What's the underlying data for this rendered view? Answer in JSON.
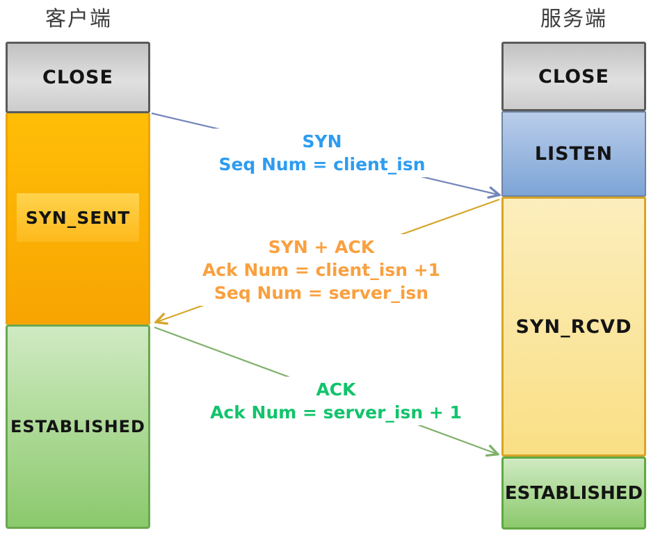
{
  "client": {
    "title": "客户端",
    "states": [
      {
        "label": "CLOSE",
        "color": "#d6d6d6",
        "border": "#5a5a5a"
      },
      {
        "label": "SYN_SENT",
        "color": "#fcae04",
        "border": "#eda303"
      },
      {
        "label": "ESTABLISHED",
        "color": "#9ed180",
        "border": "#69a84f"
      }
    ]
  },
  "server": {
    "title": "服务端",
    "states": [
      {
        "label": "CLOSE",
        "color": "#d6d6d6",
        "border": "#5a5a5a"
      },
      {
        "label": "LISTEN",
        "color": "#8fb3e0",
        "border": "#6f82a0"
      },
      {
        "label": "SYN_RCVD",
        "color": "#fae295",
        "border": "#d7a426"
      },
      {
        "label": "ESTABLISHED",
        "color": "#9ed180",
        "border": "#5fa843"
      }
    ]
  },
  "messages": [
    {
      "name": "syn",
      "direction": "client-to-server",
      "text_color": "#2d9cf0",
      "arrow_color": "#7286b8",
      "lines": [
        "SYN",
        "Seq Num = client_isn"
      ]
    },
    {
      "name": "syn-ack",
      "direction": "server-to-client",
      "text_color": "#f9a03f",
      "arrow_color": "#d5a62a",
      "lines": [
        "SYN + ACK",
        "Ack Num =  client_isn +1",
        "Seq Num = server_isn"
      ]
    },
    {
      "name": "ack",
      "direction": "client-to-server",
      "text_color": "#12c36b",
      "arrow_color": "#7fb06a",
      "lines": [
        "ACK",
        "Ack Num = server_isn + 1"
      ]
    }
  ]
}
